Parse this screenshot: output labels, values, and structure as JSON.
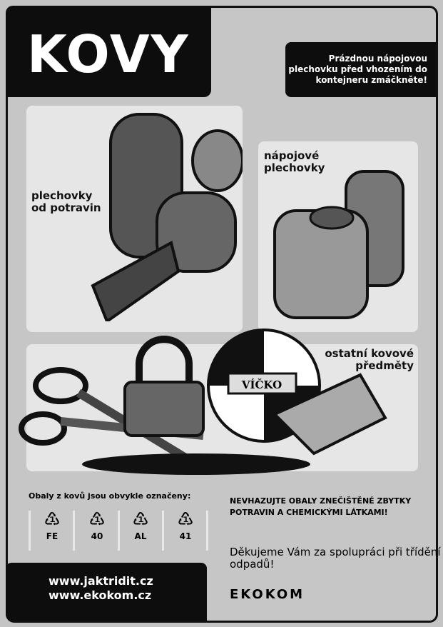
{
  "title": "KOVY",
  "note": "Prázdnou nápojovou plechovku před vhozením do kontejneru zmáčkněte!",
  "panels": {
    "food_cans": "plechovky od potravin",
    "drink_cans": "nápojové plechovky",
    "other": "ostatní kovové předměty",
    "lid_label": "VÍČKO"
  },
  "marking": {
    "heading": "Obaly z kovů jsou obvykle označeny:",
    "codes": [
      "FE",
      "40",
      "AL",
      "41"
    ],
    "symbol": "recycle-triangle-icon"
  },
  "warning": "NEVHAZUJTE OBALY ZNEČIŠTĚNÉ ZBYTKY POTRAVIN A CHEMICKÝMI LÁTKAMI!",
  "thanks": "Děkujeme Vám za spolupráci při třídění odpadů!",
  "websites": [
    "www.jaktridit.cz",
    "www.ekokom.cz"
  ],
  "logo": "EKOKOM"
}
